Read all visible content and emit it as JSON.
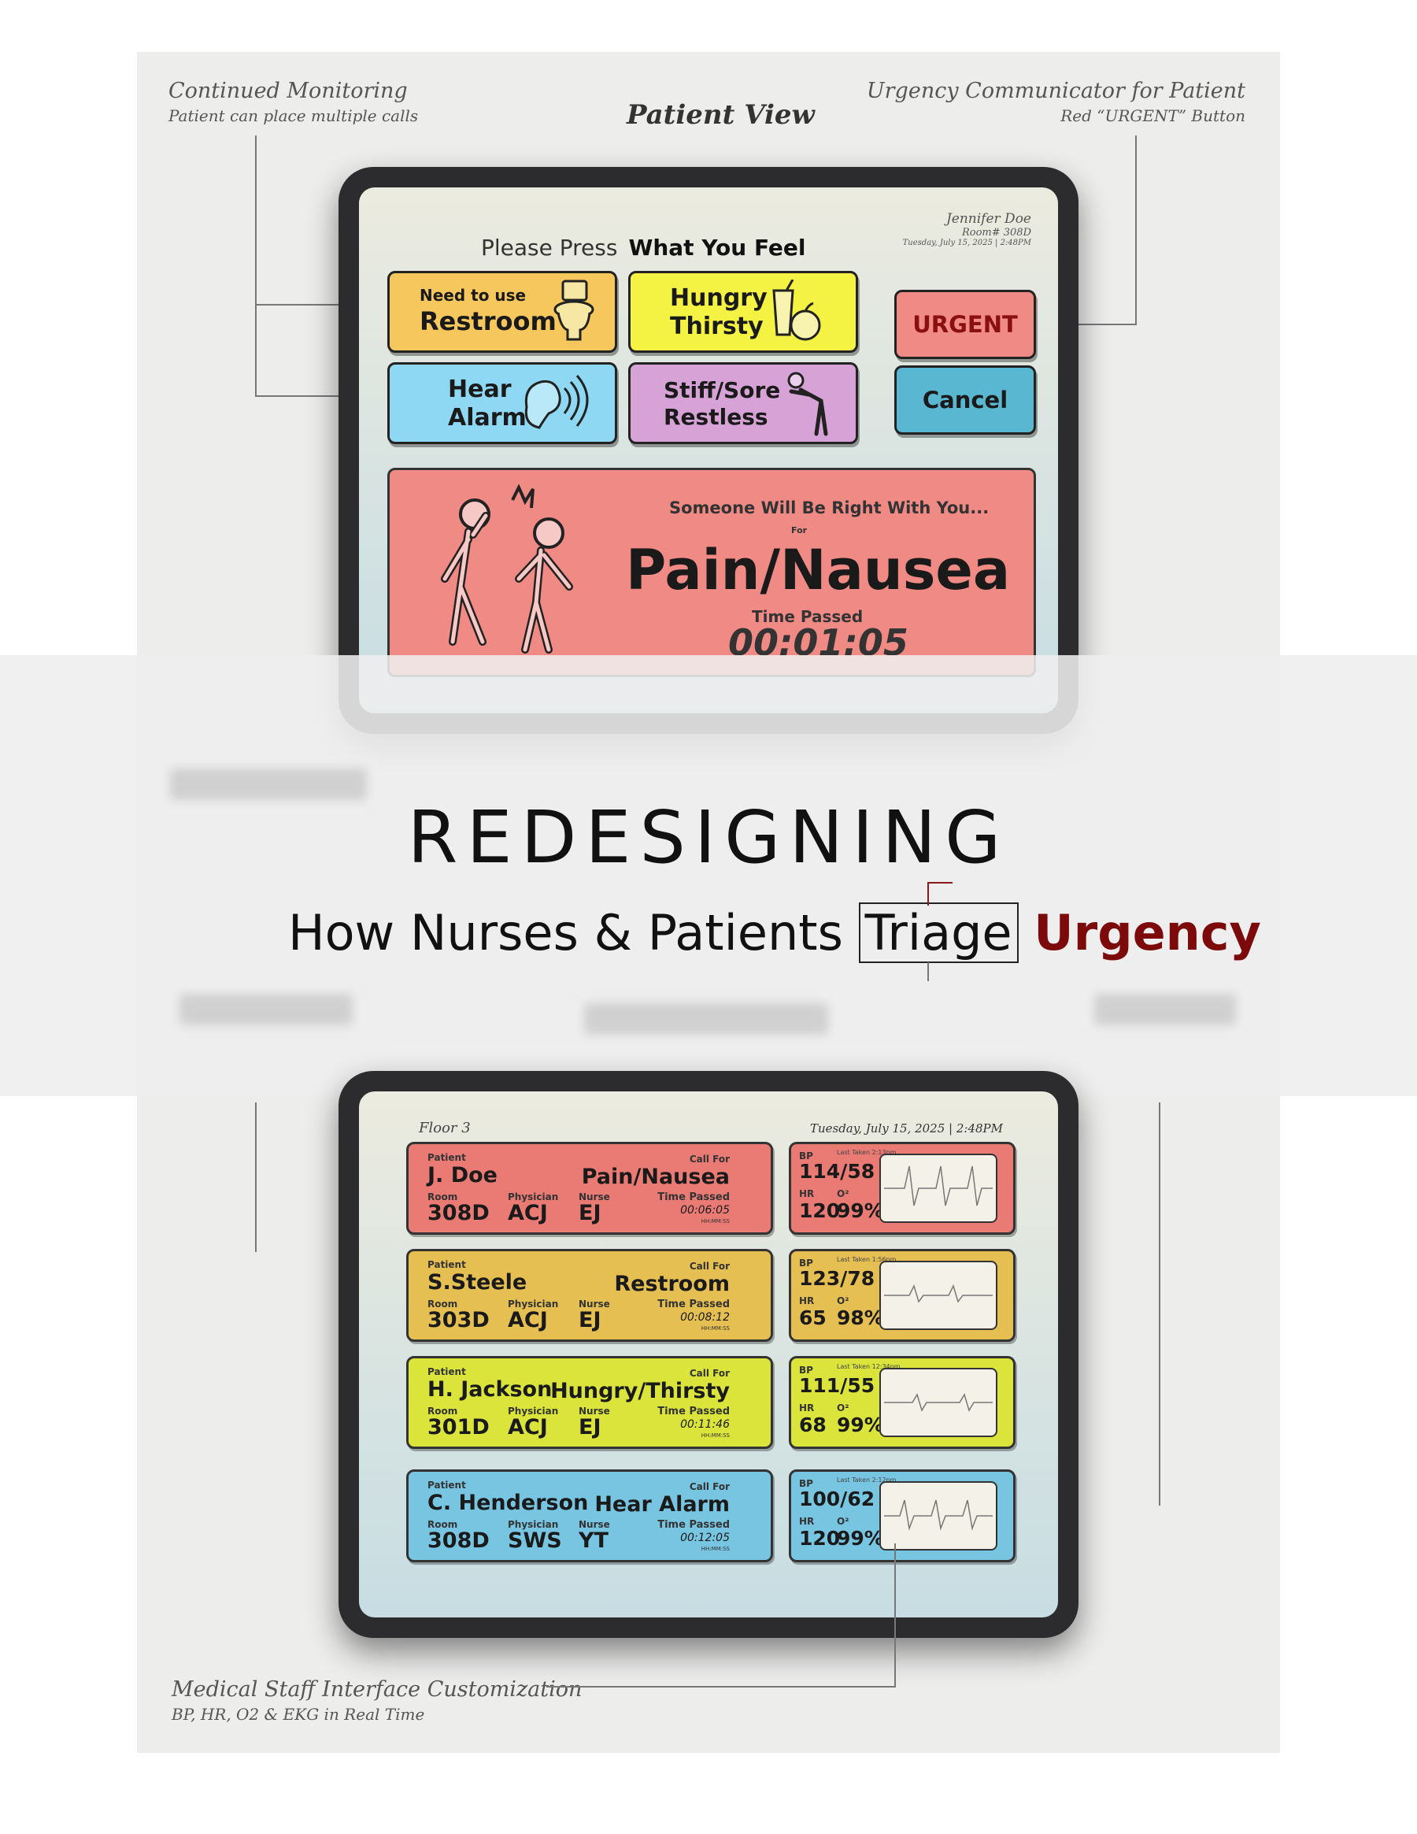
{
  "colors": {
    "urgent": "#f08a85",
    "restroom": "#f6c75c",
    "hungry": "#f4f243",
    "hear": "#8ed8f3",
    "stiff": "#d7a3d6",
    "cancel": "#59b7d2",
    "headline_accent": "#7d0a0a"
  },
  "annotations": {
    "top_left": {
      "title": "Continued Monitoring",
      "subtitle": "Patient can place multiple calls"
    },
    "top_right": {
      "title": "Urgency Communicator for Patient",
      "subtitle": "Red “URGENT” Button"
    },
    "bottom_left": {
      "title": "Medical Staff Interface Customization",
      "subtitle": "BP, HR, O2 & EKG in Real Time"
    }
  },
  "patient_view": {
    "view_title": "Patient View",
    "prompt_normal": "Please Press",
    "prompt_bold": "What You Feel",
    "patient_name": "Jennifer Doe",
    "room": "Room# 308D",
    "datetime": "Tuesday, July 15, 2025 | 2:48PM",
    "buttons": {
      "restroom": {
        "small": "Need to use",
        "big": "Restroom",
        "icon": "toilet-icon"
      },
      "hungry": {
        "line1": "Hungry",
        "line2": "Thirsty",
        "icon": "drink-apple-icon"
      },
      "hear": {
        "line1": "Hear",
        "line2": "Alarm",
        "icon": "ear-icon"
      },
      "stiff": {
        "line1": "Stiff/Sore",
        "line2": "Restless",
        "icon": "stretch-icon"
      },
      "urgent": "URGENT",
      "cancel": "Cancel"
    },
    "alert": {
      "message": "Someone Will Be Right With You...",
      "for": "For",
      "reason": "Pain/Nausea",
      "time_label": "Time Passed",
      "time": "00:01:05",
      "icon": "pain-figures-icon"
    }
  },
  "headline": {
    "title": "REDESIGNING",
    "sub_1": "How Nurses",
    "sub_amp": "&",
    "sub_2": "Patients",
    "sub_boxed": "Triage",
    "sub_accent": "Urgency"
  },
  "staff_view": {
    "floor": "Floor 3",
    "datetime": "Tuesday, July 15, 2025 | 2:48PM",
    "labels": {
      "patient": "Patient",
      "call_for": "Call For",
      "room": "Room",
      "physician": "Physician",
      "nurse": "Nurse",
      "time_passed": "Time Passed",
      "hhmmss": "HH:MM:SS",
      "bp": "BP",
      "hr": "HR",
      "o2": "O²",
      "last_taken": "Last Taken"
    },
    "patients": [
      {
        "name": "J. Doe",
        "call_for": "Pain/Nausea",
        "room": "308D",
        "physician": "ACJ",
        "nurse": "EJ",
        "time": "00:06:05",
        "bp": "114/58",
        "hr": "120",
        "o2": "99%",
        "last": "2:13pm",
        "color": "#e97a74"
      },
      {
        "name": "S.Steele",
        "call_for": "Restroom",
        "room": "303D",
        "physician": "ACJ",
        "nurse": "EJ",
        "time": "00:08:12",
        "bp": "123/78",
        "hr": "65",
        "o2": "98%",
        "last": "1:56pm",
        "color": "#e6bf52"
      },
      {
        "name": "H. Jackson",
        "call_for": "Hungry/Thirsty",
        "room": "301D",
        "physician": "ACJ",
        "nurse": "EJ",
        "time": "00:11:46",
        "bp": "111/55",
        "hr": "68",
        "o2": "99%",
        "last": "12:34pm",
        "color": "#dae43a"
      },
      {
        "name": "C. Henderson",
        "call_for": "Hear Alarm",
        "room": "308D",
        "physician": "SWS",
        "nurse": "YT",
        "time": "00:12:05",
        "bp": "100/62",
        "hr": "120",
        "o2": "99%",
        "last": "2:12pm",
        "color": "#78c5e2"
      }
    ]
  }
}
